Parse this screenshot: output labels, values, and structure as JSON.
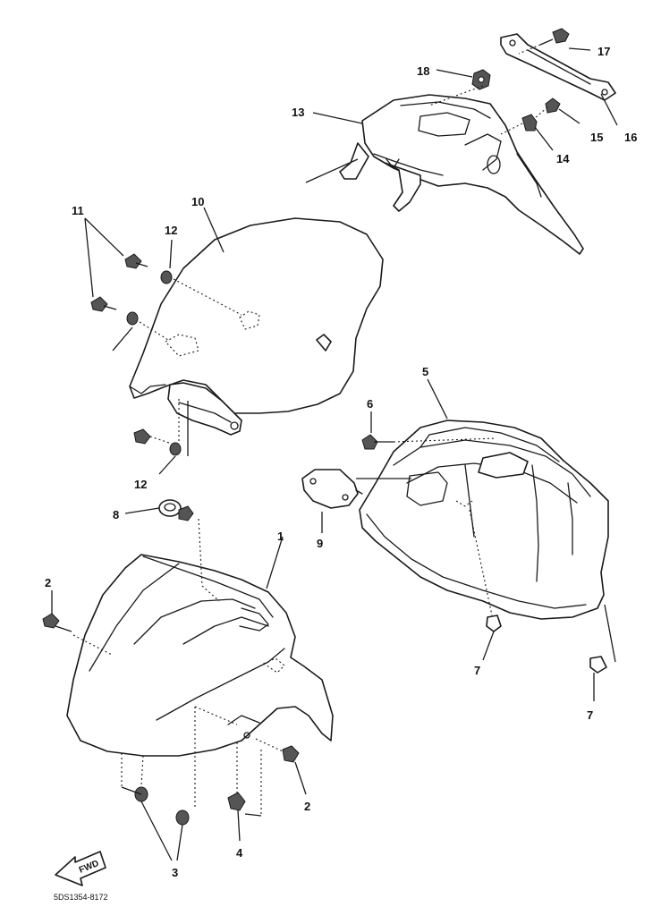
{
  "callouts": {
    "c1": "1",
    "c2a": "2",
    "c2b": "2",
    "c3": "3",
    "c4": "4",
    "c5": "5",
    "c6": "6",
    "c7a": "7",
    "c7b": "7",
    "c8": "8",
    "c9": "9",
    "c10": "10",
    "c11": "11",
    "c12a": "12",
    "c12b": "12",
    "c13": "13",
    "c14": "14",
    "c15": "15",
    "c16": "16",
    "c17": "17",
    "c18": "18"
  },
  "fwd_label": "FWD",
  "drawing_code": "5DS1354-8172"
}
